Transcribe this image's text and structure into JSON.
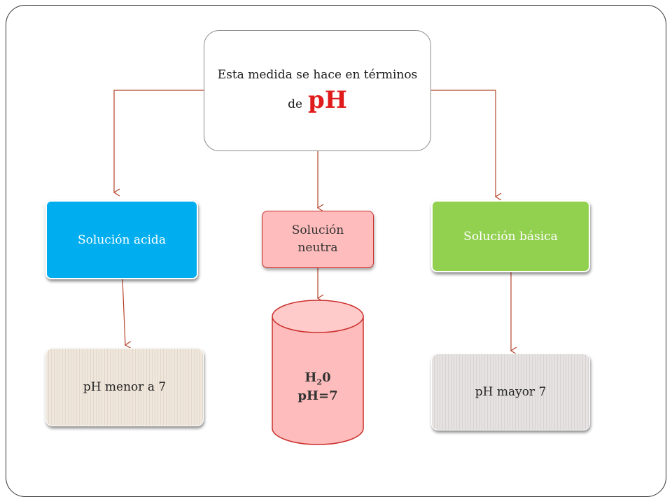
{
  "top_box": {
    "line1": "Esta medida se hace en términos",
    "line2_prefix": "de",
    "line2_emphasis": "pH"
  },
  "branches": {
    "acid": {
      "label": "Solución acida",
      "result": "pH menor a 7",
      "color": "#00aeef"
    },
    "neutral": {
      "label": "Solución neutra",
      "color": "#ffbcbc"
    },
    "basic": {
      "label": "Solución básica",
      "result": "pH mayor 7",
      "color": "#92d050"
    }
  },
  "cylinder": {
    "formula_main": "H",
    "formula_sub": "2",
    "formula_tail": "0",
    "ph_value": "pH=7"
  },
  "colors": {
    "connector": "#b5432a",
    "emphasis": "#e01b1b"
  }
}
